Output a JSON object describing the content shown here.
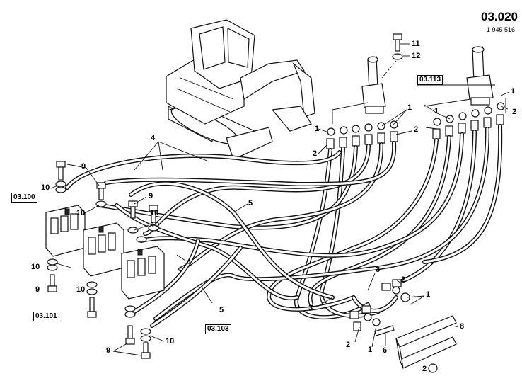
{
  "header": {
    "page_number": "03.020",
    "part_number": "1 945 516"
  },
  "references": {
    "joysticks": "03.113",
    "valve_block_1": "03.100",
    "valve_block_2": "03.101",
    "valve_block_3": "03.103"
  },
  "callouts": {
    "c1": "1",
    "c2": "2",
    "c3": "3",
    "c4": "4",
    "c5": "5",
    "c6": "6",
    "c8": "8",
    "c9": "9",
    "c10": "10",
    "c11": "11",
    "c12": "12"
  }
}
